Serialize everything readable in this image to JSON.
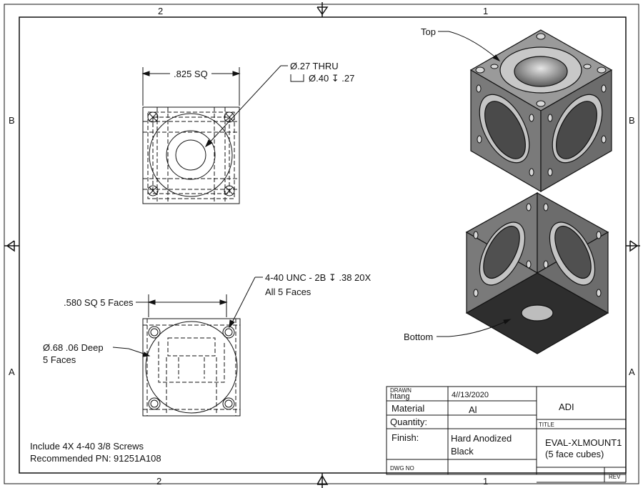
{
  "zones": {
    "top_left": "2",
    "top_right": "1",
    "bottom_left": "2",
    "bottom_right": "1",
    "left_upper": "B",
    "left_lower": "A",
    "right_upper": "B",
    "right_lower": "A"
  },
  "callouts": {
    "top_width": ".825 SQ",
    "thru_line1": "Ø.27 THRU",
    "thru_line2": "Ø.40 ↧ .27",
    "thread_line1": "4-40 UNC - 2B ↧ .38 20X",
    "thread_line2": "All 5 Faces",
    "pocket_sq": ".580 SQ 5 Faces",
    "bore_line1": "Ø.68 .06 Deep",
    "bore_line2": "5 Faces",
    "iso_top": "Top",
    "iso_bottom": "Bottom"
  },
  "notes": {
    "line1": "Include 4X 4-40 3/8 Screws",
    "line2": "Recommended PN: 91251A108"
  },
  "title_block": {
    "drawn_label": "DRAWN",
    "drawn_by": "htang",
    "date": "4//13/2020",
    "company": "ADI",
    "material_label": "Material",
    "material_value": "Al",
    "quantity_label": "Quantity:",
    "quantity_value": "",
    "title_label": "TITLE",
    "finish_label": "Finish:",
    "finish_line1": "Hard Anodized",
    "finish_line2": "Black",
    "title_line1": "EVAL-XLMOUNT1",
    "title_line2": "(5 face cubes)",
    "dwg_label": "DWG NO",
    "rev_label": "REV"
  },
  "colors": {
    "line": "#111111",
    "face_top": "#9a9a9a",
    "face_left": "#7a7a7a",
    "face_right": "#6c6c6c",
    "hole": "#c4c4c4",
    "dark": "#2a2a2a"
  }
}
